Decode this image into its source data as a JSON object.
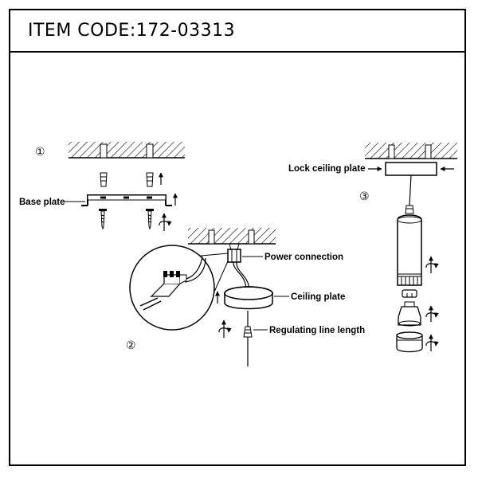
{
  "header": {
    "item_code": "ITEM CODE:172-03313"
  },
  "steps": {
    "one": "①",
    "two": "②",
    "three": "③"
  },
  "labels": {
    "base_plate": "Base plate",
    "power_connection": "Power connection",
    "ceiling_plate": "Ceiling plate",
    "regulating_line_length": "Regulating line length",
    "lock_ceiling_plate": "Lock ceiling plate"
  }
}
